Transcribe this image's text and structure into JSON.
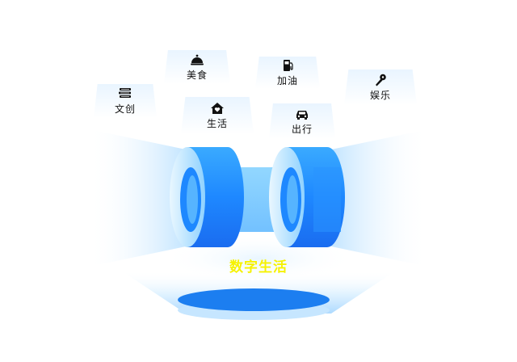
{
  "main_label": "数字生活",
  "dots": "•••",
  "categories": [
    {
      "label": "文创",
      "icon": "books-icon"
    },
    {
      "label": "美食",
      "icon": "food-cloche-icon"
    },
    {
      "label": "生活",
      "icon": "home-heart-icon"
    },
    {
      "label": "加油",
      "icon": "fuel-pump-icon"
    },
    {
      "label": "出行",
      "icon": "car-icon"
    },
    {
      "label": "娱乐",
      "icon": "microphone-icon"
    }
  ],
  "colors": {
    "cylinder_blue": "#1e88ff",
    "beam_light_blue": "#cfe9ff",
    "title_yellow": "#f6f200",
    "platform_blue": "#1c7ef0"
  }
}
